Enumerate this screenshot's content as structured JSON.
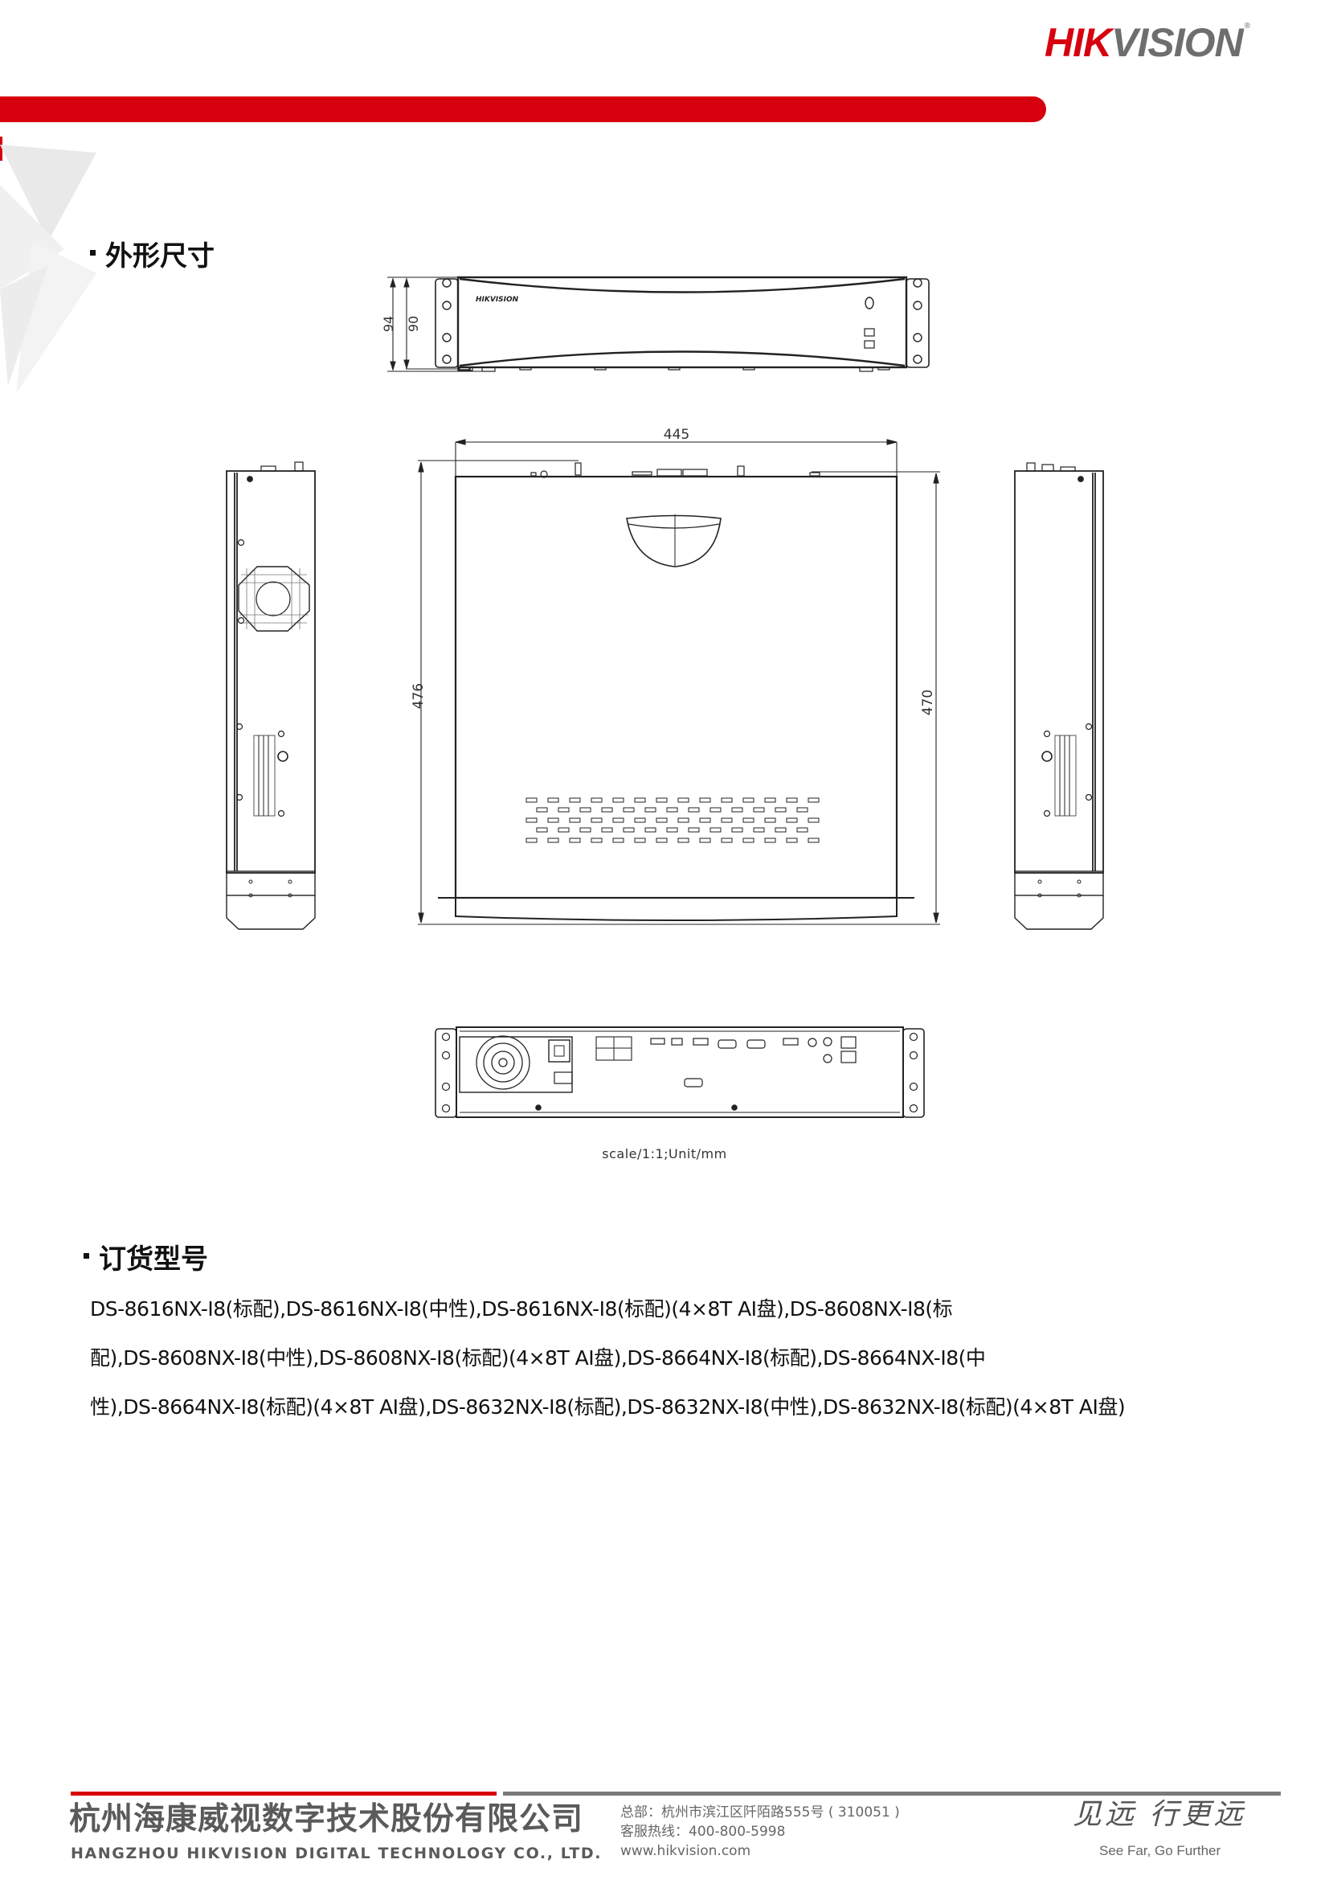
{
  "header": {
    "logo_red": "HIK",
    "logo_gray": "VISION",
    "logo_reg": "®",
    "brand_color": "#d7000f",
    "logo_gray_color": "#6e6e6e"
  },
  "sections": {
    "dimensions": {
      "title": "外形尺寸"
    },
    "order_models": {
      "title": "订货型号",
      "text": "DS-8616NX-I8(标配),DS-8616NX-I8(中性),DS-8616NX-I8(标配)(4×8T AI盘),DS-8608NX-I8(标配),DS-8608NX-I8(中性),DS-8608NX-I8(标配)(4×8T AI盘),DS-8664NX-I8(标配),DS-8664NX-I8(中性),DS-8664NX-I8(标配)(4×8T AI盘),DS-8632NX-I8(标配),DS-8632NX-I8(中性),DS-8632NX-I8(标配)(4×8T AI盘)",
      "lines": [
        "DS-8616NX-I8(标配),DS-8616NX-I8(中性),DS-8616NX-I8(标配)(4×8T AI盘),DS-8608NX-I8(标",
        "配),DS-8608NX-I8(中性),DS-8608NX-I8(标配)(4×8T AI盘),DS-8664NX-I8(标配),DS-8664NX-I8(中",
        "性),DS-8664NX-I8(标配)(4×8T AI盘),DS-8632NX-I8(标配),DS-8632NX-I8(中性),DS-8632NX-I8(标配)(4×8T AI盘)"
      ]
    }
  },
  "drawing": {
    "front_view": {
      "height_total": "94",
      "height_body": "90",
      "front_logo": "HIKVISION"
    },
    "top_view": {
      "width": "445",
      "depth_total": "476",
      "depth_body": "470"
    },
    "scale_note": "scale/1:1;Unit/mm"
  },
  "footer": {
    "company_cn": "杭州海康威视数字技术股份有限公司",
    "company_en": "HANGZHOU HIKVISION DIGITAL TECHNOLOGY CO., LTD.",
    "address": "总部：杭州市滨江区阡陌路555号 ( 310051 )",
    "hotline": "客服热线：400-800-5998",
    "website": "www.hikvision.com",
    "slogan_cn": "见远 行更远",
    "slogan_en": "See Far, Go Further"
  }
}
